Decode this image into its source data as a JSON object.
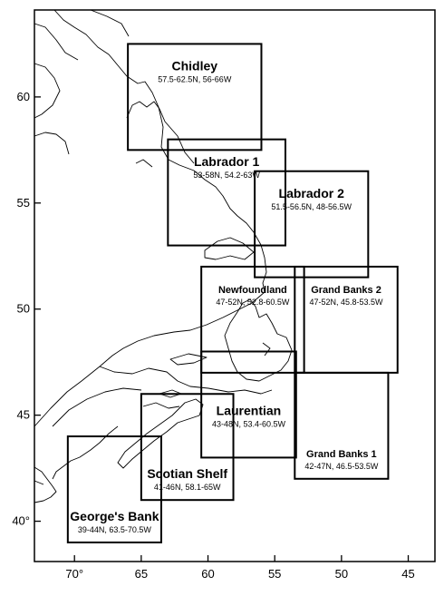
{
  "map": {
    "lon_range": [
      73,
      43
    ],
    "lat_range": [
      38.1,
      64.1
    ],
    "x_ticks": [
      {
        "lon": 70,
        "label": "70°"
      },
      {
        "lon": 65,
        "label": "65"
      },
      {
        "lon": 60,
        "label": "60"
      },
      {
        "lon": 55,
        "label": "55"
      },
      {
        "lon": 50,
        "label": "50"
      },
      {
        "lon": 45,
        "label": "45"
      }
    ],
    "y_ticks": [
      {
        "lat": 60,
        "label": "60"
      },
      {
        "lat": 55,
        "label": "55"
      },
      {
        "lat": 50,
        "label": "50"
      },
      {
        "lat": 45,
        "label": "45"
      },
      {
        "lat": 40,
        "label": "40°"
      }
    ]
  },
  "regions": [
    {
      "id": "chidley",
      "name": "Chidley",
      "range": "57.5-62.5N, 56-66W",
      "lat": [
        57.5,
        62.5
      ],
      "lon": [
        56,
        66
      ],
      "name_size": "large"
    },
    {
      "id": "labrador-1",
      "name": "Labrador 1",
      "range": "53-58N, 54.2-63W",
      "lat": [
        53,
        58
      ],
      "lon": [
        54.2,
        63
      ],
      "name_size": "large"
    },
    {
      "id": "labrador-2",
      "name": "Labrador 2",
      "range": "51.5-56.5N, 48-56.5W",
      "lat": [
        51.5,
        56.5
      ],
      "lon": [
        48,
        56.5
      ],
      "name_size": "large"
    },
    {
      "id": "newfoundland",
      "name": "Newfoundland",
      "range": "47-52N, 52.8-60.5W",
      "lat": [
        47,
        52
      ],
      "lon": [
        52.8,
        60.5
      ],
      "name_size": "medium"
    },
    {
      "id": "grand-banks-2",
      "name": "Grand Banks 2",
      "range": "47-52N, 45.8-53.5W",
      "lat": [
        47,
        52
      ],
      "lon": [
        45.8,
        53.5
      ],
      "name_size": "medium"
    },
    {
      "id": "laurentian",
      "name": "Laurentian",
      "range": "43-48N, 53.4-60.5W",
      "lat": [
        43,
        48
      ],
      "lon": [
        53.4,
        60.5
      ],
      "name_size": "large"
    },
    {
      "id": "grand-banks-1",
      "name": "Grand Banks 1",
      "range": "42-47N, 46.5-53.5W",
      "lat": [
        42,
        47
      ],
      "lon": [
        46.5,
        53.5
      ],
      "name_size": "medium"
    },
    {
      "id": "scotian-shelf",
      "name": "Scotian Shelf",
      "range": "41-46N, 58.1-65W",
      "lat": [
        41,
        46
      ],
      "lon": [
        58.1,
        65
      ],
      "name_size": "large"
    },
    {
      "id": "georges-bank",
      "name": "George's Bank",
      "range": "39-44N, 63.5-70.5W",
      "lat": [
        39,
        44
      ],
      "lon": [
        63.5,
        70.5
      ],
      "name_size": "large"
    }
  ]
}
